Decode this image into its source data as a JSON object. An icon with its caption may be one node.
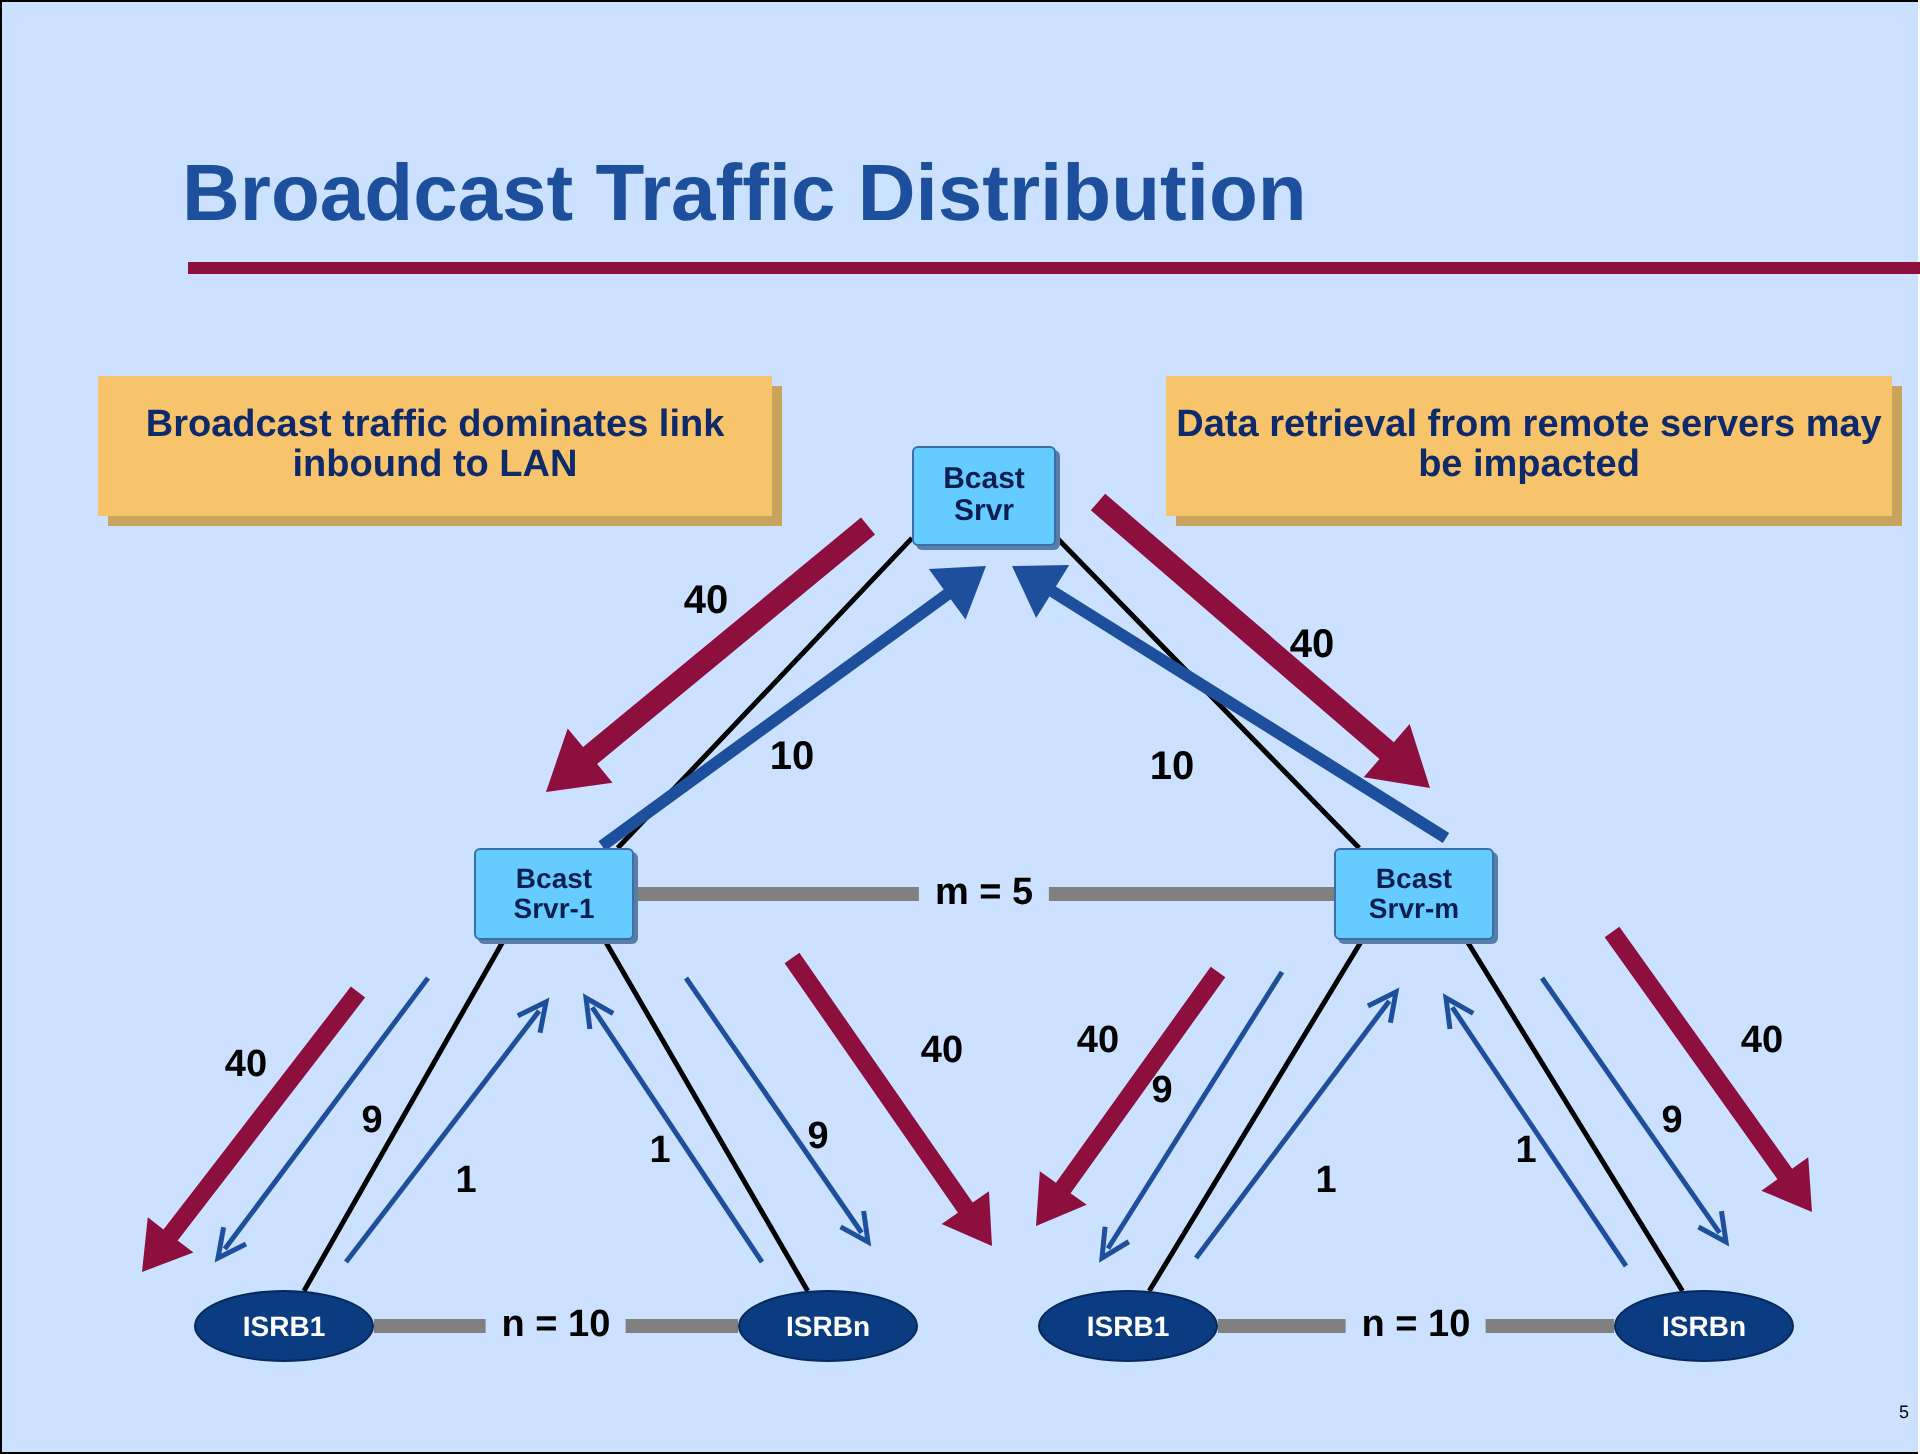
{
  "diagram": {
    "title": "Broadcast Traffic Distribution",
    "nodes": [
      {
        "text": [
          "Broadcast traffic dominates link inbound to LAN"
        ]
      },
      {
        "text": [
          "Bcast Srvr"
        ]
      },
      {
        "text": [
          "Data retrieval from remote servers may be impacted"
        ]
      },
      {
        "text": [
          "Bcast Srvr-1"
        ]
      },
      {
        "text": [
          "Bcast Srvr-m"
        ]
      },
      {
        "text": [
          "ISRB1"
        ]
      },
      {
        "text": [
          "ISRBn"
        ]
      },
      {
        "text": [
          "ISRB1"
        ]
      },
      {
        "text": [
          "ISRBn"
        ]
      }
    ],
    "edges": [
      {
        "from": 1,
        "to": 3,
        "arrow": "none"
      },
      {
        "from": 1,
        "to": 4,
        "arrow": "none"
      },
      {
        "from": 3,
        "to": 4,
        "arrow": "none",
        "label": "m = 5",
        "style": "thick",
        "color": "#808080"
      },
      {
        "from": 3,
        "to": 5,
        "arrow": "none"
      },
      {
        "from": 3,
        "to": 6,
        "arrow": "none"
      },
      {
        "from": 4,
        "to": 7,
        "arrow": "none"
      },
      {
        "from": 4,
        "to": 8,
        "arrow": "none"
      },
      {
        "from": 5,
        "to": 6,
        "arrow": "none",
        "label": "n = 10",
        "style": "thick",
        "color": "#808080"
      },
      {
        "from": 7,
        "to": 8,
        "arrow": "none",
        "label": "n = 10",
        "style": "thick",
        "color": "#808080"
      }
    ],
    "labels": [
      "40",
      "40",
      "10",
      "10",
      "40",
      "9",
      "1",
      "1",
      "9",
      "40",
      "40",
      "9",
      "1",
      "1",
      "9",
      "40",
      "5"
    ]
  }
}
